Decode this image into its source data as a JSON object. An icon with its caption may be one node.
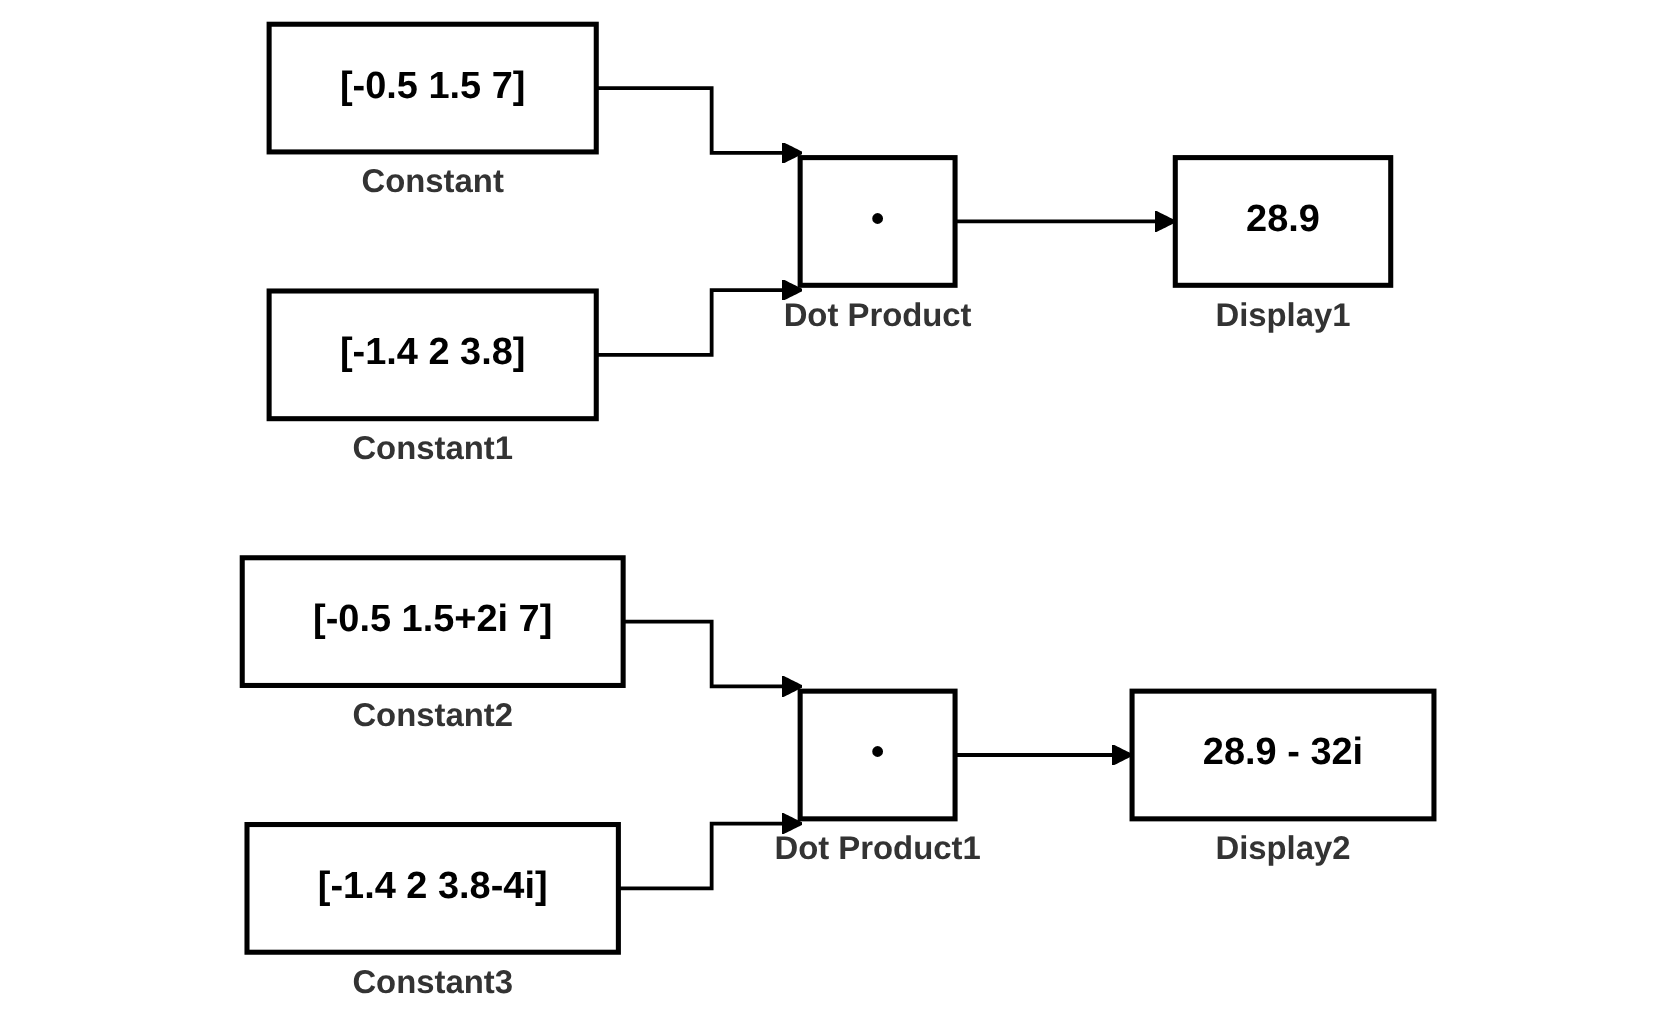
{
  "diagram": {
    "nodes": [
      {
        "text": [
          "[-0.5 1.5 7]"
        ],
        "beside": [
          "Constant"
        ]
      },
      {
        "text": [
          "[-1.4 2 3.8]"
        ],
        "beside": [
          "Constant1"
        ]
      },
      {
        "text": [
          "•"
        ],
        "beside": [
          "Dot Product"
        ]
      },
      {
        "text": [
          "28.9"
        ],
        "beside": [
          "Display1"
        ]
      },
      {
        "text": [
          "[-0.5 1.5+2i 7]"
        ],
        "beside": [
          "Constant2"
        ]
      },
      {
        "text": [
          "[-1.4 2 3.8-4i]"
        ],
        "beside": [
          "Constant3"
        ]
      },
      {
        "text": [
          "•"
        ],
        "beside": [
          "Dot Product1"
        ]
      },
      {
        "text": [
          "28.9 - 32i"
        ],
        "beside": [
          "Display2"
        ]
      }
    ],
    "edges": [
      {
        "from": 0,
        "to": 2,
        "arrow": "to"
      },
      {
        "from": 1,
        "to": 2,
        "arrow": "to"
      },
      {
        "from": 2,
        "to": 3,
        "arrow": "to"
      },
      {
        "from": 4,
        "to": 6,
        "arrow": "to"
      },
      {
        "from": 5,
        "to": 6,
        "arrow": "to"
      },
      {
        "from": 6,
        "to": 7,
        "arrow": "to"
      }
    ]
  }
}
